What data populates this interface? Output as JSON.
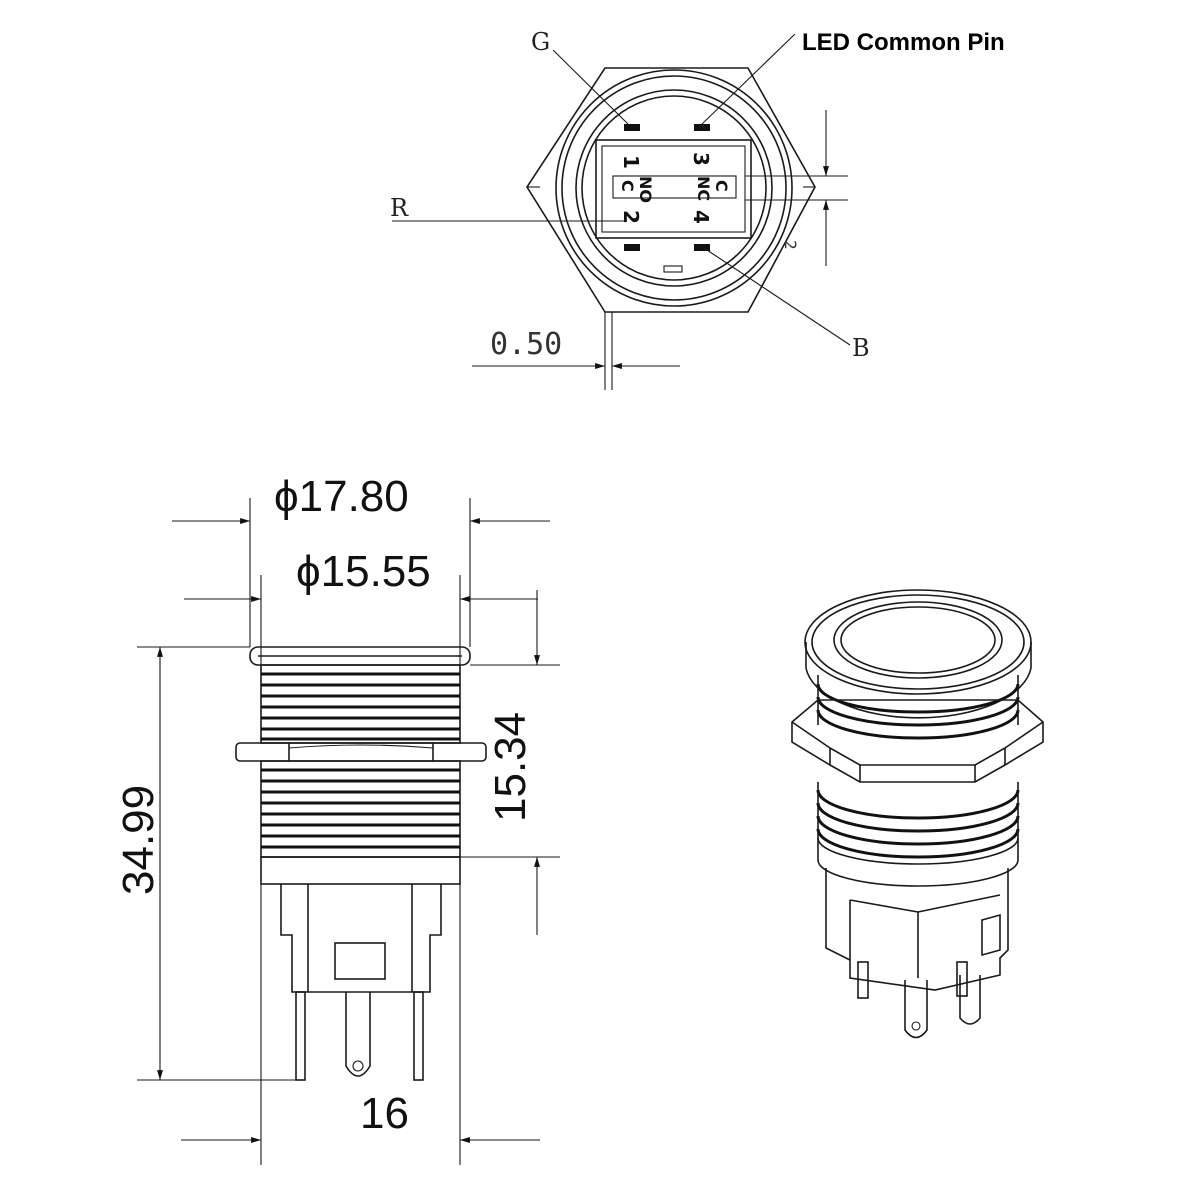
{
  "top_view": {
    "label_g": "G",
    "label_led_common": "LED Common Pin",
    "label_r": "R",
    "label_b": "B",
    "dim_offset": "0.50",
    "dim_pin_gap": "2",
    "pins": {
      "p1": "1",
      "p2": "2",
      "p3": "3",
      "p4": "4",
      "nc": "NC",
      "no": "NO",
      "c1": "C",
      "c2": "C"
    }
  },
  "side_view": {
    "dim_head_diameter": "ϕ17.80",
    "dim_thread_diameter": "ϕ15.55",
    "dim_thread_length": "15.34",
    "dim_total_height": "34.99",
    "dim_width": "16"
  }
}
